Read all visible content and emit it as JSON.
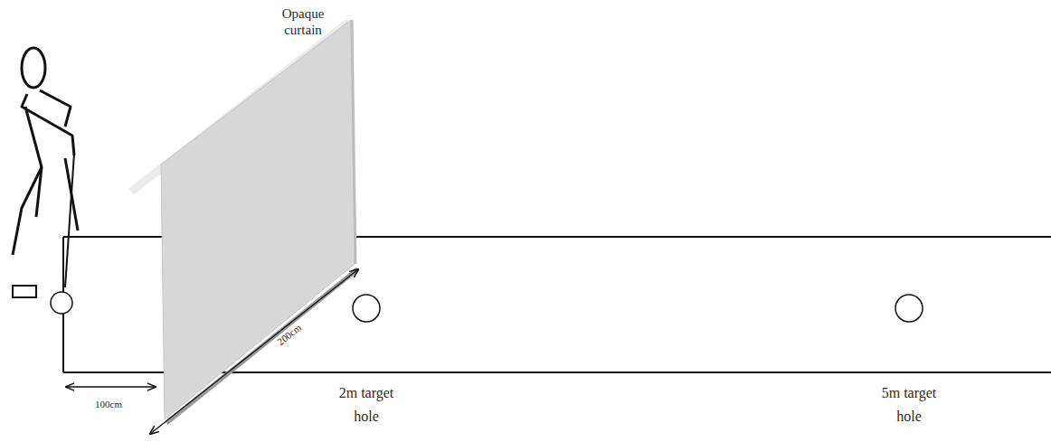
{
  "diagram": {
    "nodes": [
      {
        "text": [
          "Opaque curtain"
        ]
      },
      {
        "text": [
          "2m target hole"
        ]
      },
      {
        "text": [
          "5m target hole"
        ]
      }
    ],
    "labels": [
      "100cm",
      "200cm"
    ]
  }
}
